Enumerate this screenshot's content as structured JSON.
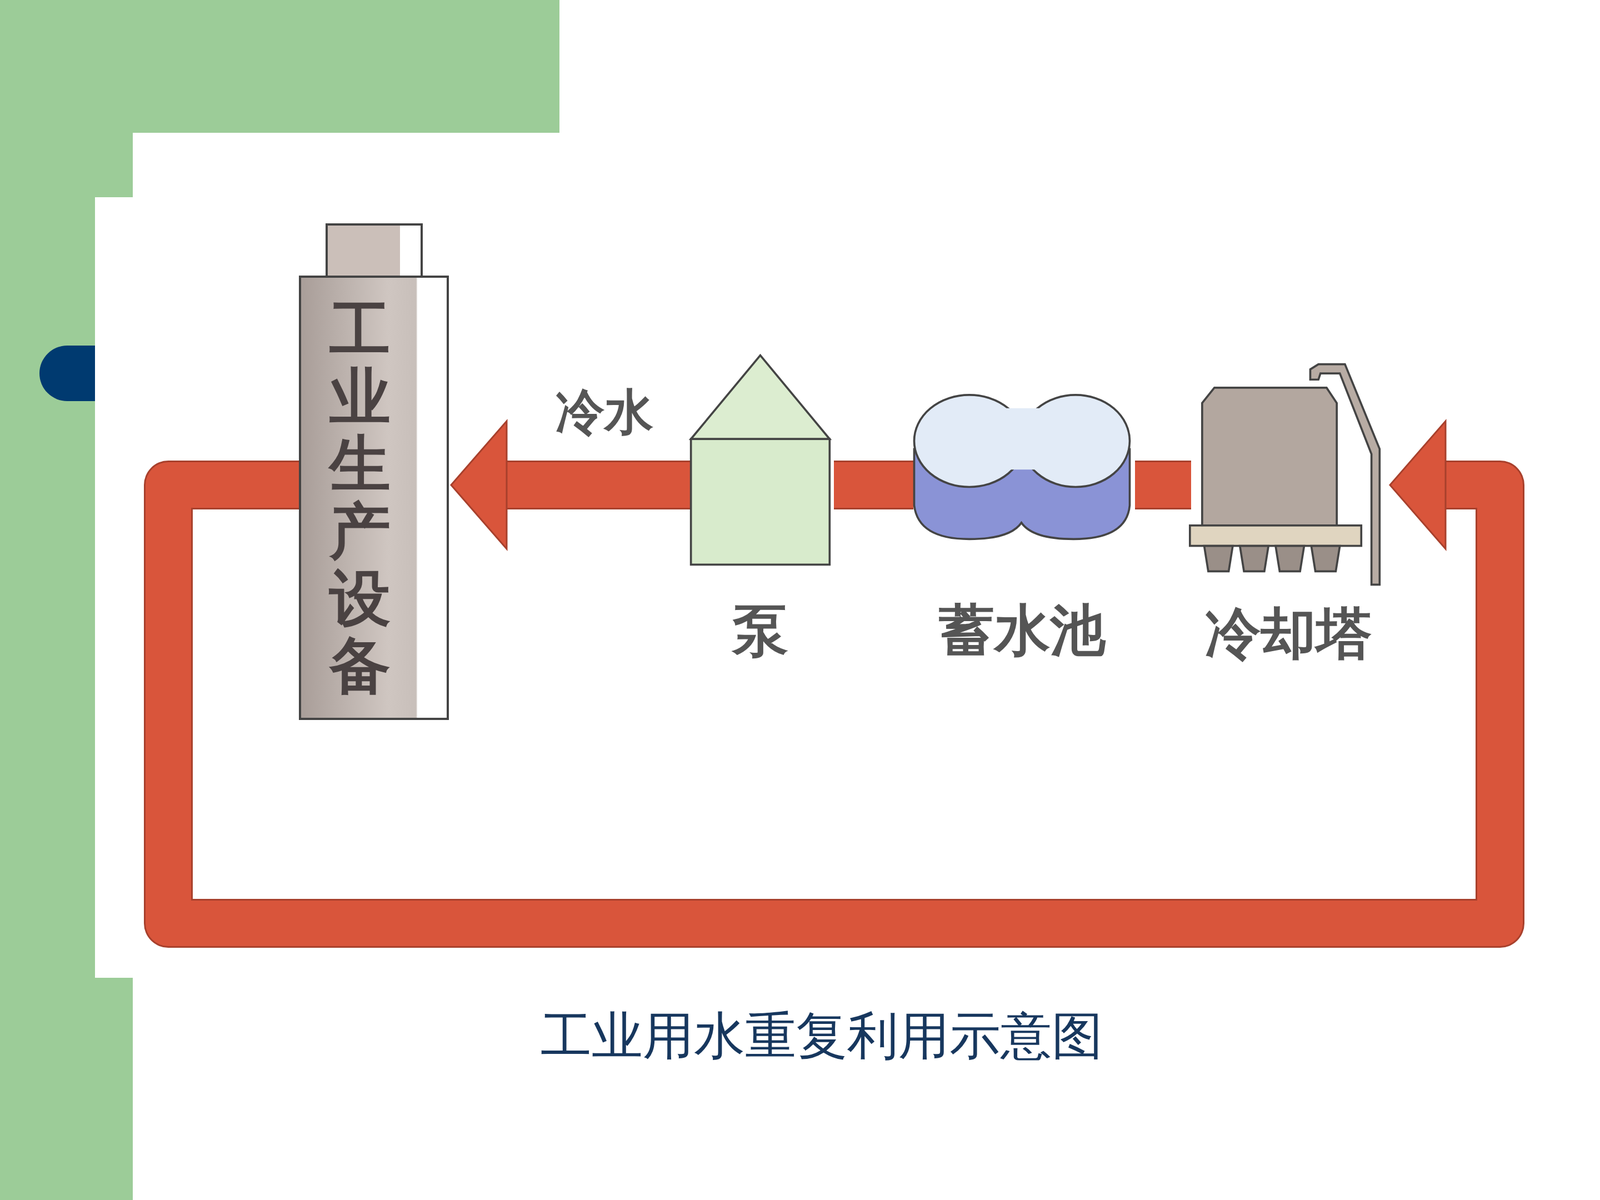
{
  "diagram": {
    "caption": "工业用水重复利用示意图",
    "nodes": [
      {
        "text": [
          "工业生产设备"
        ]
      },
      {
        "text": [
          "泵"
        ]
      },
      {
        "text": [
          "蓄水池"
        ]
      },
      {
        "text": [
          "冷却塔"
        ]
      }
    ],
    "edges": [
      {
        "from": 3,
        "to": 2,
        "arrow": "none"
      },
      {
        "from": 2,
        "to": 1,
        "arrow": "none"
      },
      {
        "from": 1,
        "to": 0,
        "arrow": "to",
        "label": "冷水"
      },
      {
        "from": 0,
        "to": 3,
        "arrow": "to"
      }
    ]
  }
}
